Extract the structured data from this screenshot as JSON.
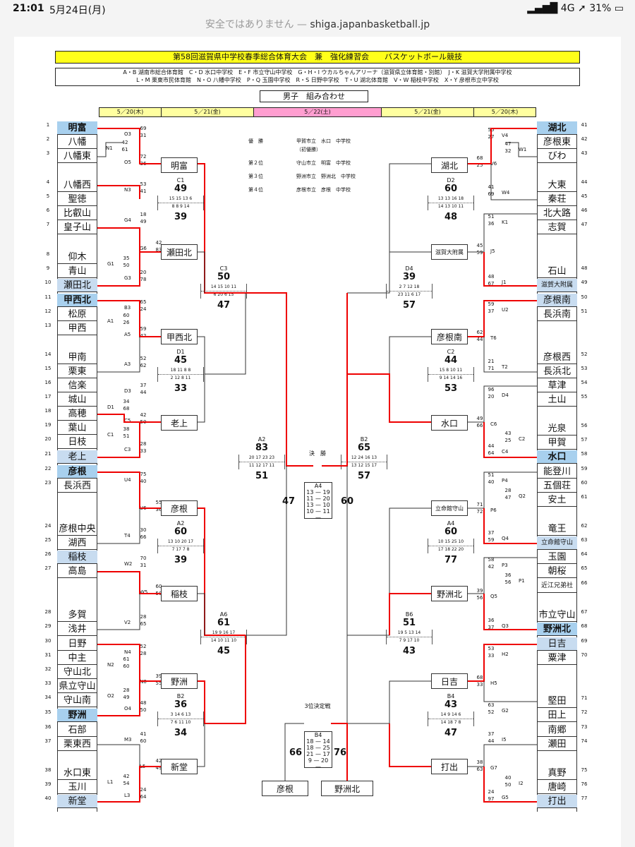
{
  "status": {
    "time": "21:01",
    "date": "5月24日(月)",
    "signal": "4G",
    "battery": "31%"
  },
  "url": {
    "warning": "安全ではありません —",
    "host": "shiga.japanbasketball.jp"
  },
  "doc": {
    "title": "第58回滋賀県中学校春季総合体育大会　兼　強化練習会　　バスケットボール競技",
    "venues1": "A・B 湖南市総合体育館　C・D 水口中学校　E・F 市立守山中学校　G・H・I ウカルちゃんアリーナ（滋賀県立体育館・別館）　J・K 滋賀大学附属中学校",
    "venues2": "L・M 栗東市民体育館　N・O 八幡中学校　P・Q 玉園中学校　R・S 日野中学校　T・U 湖北体育館　V・W 稲枝中学校　X・Y 彦根市立中学校",
    "category": "男子　組み合わせ",
    "dates": [
      "5／20(木)",
      "5／21(金)",
      "5／22(土)",
      "5／21(金)",
      "5／20(木)"
    ]
  },
  "results": [
    {
      "place": "優　勝",
      "team": "甲賀市立　水口　中学校"
    },
    {
      "place": "",
      "team": "（初優勝）"
    },
    {
      "place": "第２位",
      "team": "守山市立　明富　中学校"
    },
    {
      "place": "第３位",
      "team": "野洲市立　野洲北　中学校"
    },
    {
      "place": "第４位",
      "team": "彦根市立　彦根　中学校"
    }
  ],
  "left_teams": [
    {
      "n": "1",
      "name": "明富",
      "style": "seed"
    },
    {
      "n": "2",
      "name": "八幡"
    },
    {
      "n": "3",
      "name": "八幡東"
    },
    {
      "n": "4",
      "name": "八幡西"
    },
    {
      "n": "5",
      "name": "聖徳"
    },
    {
      "n": "6",
      "name": "比叡山"
    },
    {
      "n": "7",
      "name": "皇子山"
    },
    {
      "n": "8",
      "name": "仰木"
    },
    {
      "n": "9",
      "name": "青山"
    },
    {
      "n": "10",
      "name": "瀬田北",
      "style": "seed2"
    },
    {
      "n": "11",
      "name": "甲西北",
      "style": "seed"
    },
    {
      "n": "12",
      "name": "松原"
    },
    {
      "n": "13",
      "name": "甲西"
    },
    {
      "n": "14",
      "name": "甲南"
    },
    {
      "n": "15",
      "name": "栗東"
    },
    {
      "n": "16",
      "name": "信楽"
    },
    {
      "n": "17",
      "name": "城山"
    },
    {
      "n": "18",
      "name": "高穂"
    },
    {
      "n": "19",
      "name": "葉山"
    },
    {
      "n": "20",
      "name": "日枝"
    },
    {
      "n": "21",
      "name": "老上",
      "style": "seed2"
    },
    {
      "n": "22",
      "name": "彦根",
      "style": "seed"
    },
    {
      "n": "23",
      "name": "長浜西"
    },
    {
      "n": "24",
      "name": "彦根中央"
    },
    {
      "n": "25",
      "name": "湖西"
    },
    {
      "n": "26",
      "name": "稲枝",
      "style": "seed2"
    },
    {
      "n": "27",
      "name": "高島"
    },
    {
      "n": "28",
      "name": "多賀"
    },
    {
      "n": "29",
      "name": "浅井"
    },
    {
      "n": "30",
      "name": "日野"
    },
    {
      "n": "31",
      "name": "中主"
    },
    {
      "n": "32",
      "name": "守山北"
    },
    {
      "n": "33",
      "name": "県立守山"
    },
    {
      "n": "34",
      "name": "守山南"
    },
    {
      "n": "35",
      "name": "野洲",
      "style": "seed"
    },
    {
      "n": "36",
      "name": "石部"
    },
    {
      "n": "37",
      "name": "栗東西"
    },
    {
      "n": "38",
      "name": "水口東"
    },
    {
      "n": "39",
      "name": "玉川"
    },
    {
      "n": "40",
      "name": "新堂",
      "style": "seed2"
    }
  ],
  "right_teams": [
    {
      "n": "41",
      "name": "湖北",
      "style": "seed"
    },
    {
      "n": "42",
      "name": "彦根東"
    },
    {
      "n": "43",
      "name": "びわ"
    },
    {
      "n": "44",
      "name": "大東"
    },
    {
      "n": "45",
      "name": "秦荘"
    },
    {
      "n": "46",
      "name": "北大路"
    },
    {
      "n": "47",
      "name": "志賀"
    },
    {
      "n": "48",
      "name": "石山"
    },
    {
      "n": "49",
      "name": "滋賀大附属",
      "style": "seed2 small"
    },
    {
      "n": "50",
      "name": "彦根南",
      "style": "seed2"
    },
    {
      "n": "51",
      "name": "長浜南"
    },
    {
      "n": "52",
      "name": "彦根西"
    },
    {
      "n": "53",
      "name": "長浜北"
    },
    {
      "n": "54",
      "name": "草津"
    },
    {
      "n": "55",
      "name": "土山"
    },
    {
      "n": "56",
      "name": "光泉"
    },
    {
      "n": "57",
      "name": "甲賀"
    },
    {
      "n": "58",
      "name": "水口",
      "style": "seed"
    },
    {
      "n": "59",
      "name": "能登川"
    },
    {
      "n": "60",
      "name": "五個荘"
    },
    {
      "n": "61",
      "name": "安土"
    },
    {
      "n": "62",
      "name": "竜王"
    },
    {
      "n": "63",
      "name": "立命館守山",
      "style": "seed2 small"
    },
    {
      "n": "64",
      "name": "玉園"
    },
    {
      "n": "65",
      "name": "朝桜"
    },
    {
      "n": "66",
      "name": "近江兄弟社",
      "style": "small"
    },
    {
      "n": "67",
      "name": "市立守山"
    },
    {
      "n": "68",
      "name": "野洲北",
      "style": "seed"
    },
    {
      "n": "69",
      "name": "日吉",
      "style": "seed2"
    },
    {
      "n": "70",
      "name": "粟津"
    },
    {
      "n": "71",
      "name": "堅田"
    },
    {
      "n": "72",
      "name": "田上"
    },
    {
      "n": "73",
      "name": "南郷"
    },
    {
      "n": "74",
      "name": "瀬田"
    },
    {
      "n": "75",
      "name": "真野"
    },
    {
      "n": "76",
      "name": "唐崎"
    },
    {
      "n": "77",
      "name": "打出",
      "style": "seed2"
    }
  ],
  "r1_labels": [
    {
      "t": "O3",
      "s1": "69",
      "s2": "31"
    },
    {
      "t": "N1",
      "s1": "42",
      "s2": "61"
    },
    {
      "t": "O5",
      "s1": "72",
      "s2": "36"
    },
    {
      "t": "N3",
      "s1": "53",
      "s2": "41"
    },
    {
      "t": "G4",
      "s1": "18",
      "s2": "49"
    },
    {
      "t": "G6",
      "s1": "42",
      "s2": "83"
    },
    {
      "t": "G1",
      "s1": "35",
      "s2": "50"
    },
    {
      "t": "G3",
      "s1": "20",
      "s2": "78"
    },
    {
      "t": "B3",
      "s1": "65",
      "s2": "24"
    },
    {
      "t": "A1",
      "s1": "60",
      "s2": "26"
    },
    {
      "t": "A5",
      "s1": "59",
      "s2": "42"
    },
    {
      "t": "A3",
      "s1": "52",
      "s2": "62"
    },
    {
      "t": "D3",
      "s1": "37",
      "s2": "44"
    },
    {
      "t": "D1",
      "s1": "34",
      "s2": "68"
    },
    {
      "t": "C5",
      "s1": "42",
      "s2": "50"
    },
    {
      "t": "C1",
      "s1": "38",
      "s2": "51"
    },
    {
      "t": "C3",
      "s1": "28",
      "s2": "33"
    },
    {
      "t": "U4",
      "s1": "75",
      "s2": "40"
    },
    {
      "t": "U6",
      "s1": "55",
      "s2": "36"
    },
    {
      "t": "T4",
      "s1": "30",
      "s2": "66"
    },
    {
      "t": "W2",
      "s1": "70",
      "s2": "31"
    },
    {
      "t": "W5",
      "s1": "60",
      "s2": "50"
    },
    {
      "t": "V2",
      "s1": "28",
      "s2": "65"
    },
    {
      "t": "N4",
      "s1": "52",
      "s2": "28"
    },
    {
      "t": "N2",
      "s1": "61",
      "s2": "60"
    },
    {
      "t": "N6",
      "s1": "39",
      "s2": "55"
    },
    {
      "t": "O2",
      "s1": "28",
      "s2": "49"
    },
    {
      "t": "O4",
      "s1": "48",
      "s2": "50"
    },
    {
      "t": "M3",
      "s1": "41",
      "s2": "60"
    },
    {
      "t": "L5",
      "s1": "42",
      "s2": "49"
    },
    {
      "t": "L1",
      "s1": "42",
      "s2": "54"
    },
    {
      "t": "L3",
      "s1": "24",
      "s2": "64"
    }
  ],
  "r2_right_labels": [
    {
      "t": "V4",
      "s1": "55",
      "s2": "27"
    },
    {
      "t": "W1",
      "s1": "47",
      "s2": "32"
    },
    {
      "t": "V6",
      "s1": "68",
      "s2": "25"
    },
    {
      "t": "W4",
      "s1": "41",
      "s2": "69"
    },
    {
      "t": "K1",
      "s1": "51",
      "s2": "36"
    },
    {
      "t": "J5",
      "s1": "45",
      "s2": "59"
    },
    {
      "t": "J1",
      "s1": "48",
      "s2": "67"
    },
    {
      "t": "U2",
      "s1": "59",
      "s2": "37"
    },
    {
      "t": "T6",
      "s1": "62",
      "s2": "44"
    },
    {
      "t": "T2",
      "s1": "21",
      "s2": "71"
    },
    {
      "t": "D4",
      "s1": "96",
      "s2": "20"
    },
    {
      "t": "C6",
      "s1": "49",
      "s2": "66"
    },
    {
      "t": "C2",
      "s1": "43",
      "s2": "25"
    },
    {
      "t": "C4",
      "s1": "44",
      "s2": "64"
    },
    {
      "t": "P4",
      "s1": "51",
      "s2": "40"
    },
    {
      "t": "Q2",
      "s1": "28",
      "s2": "47"
    },
    {
      "t": "P6",
      "s1": "71",
      "s2": "72"
    },
    {
      "t": "Q4",
      "s1": "37",
      "s2": "59"
    },
    {
      "t": "P3",
      "s1": "58",
      "s2": "42"
    },
    {
      "t": "P1",
      "s1": "36",
      "s2": "56"
    },
    {
      "t": "Q5",
      "s1": "39",
      "s2": "56"
    },
    {
      "t": "Q3",
      "s1": "36",
      "s2": "37"
    },
    {
      "t": "H2",
      "s1": "53",
      "s2": "33"
    },
    {
      "t": "H5",
      "s1": "68",
      "s2": "33"
    },
    {
      "t": "G2",
      "s1": "63",
      "s2": "52"
    },
    {
      "t": "I5",
      "s1": "37",
      "s2": "44"
    },
    {
      "t": "G7",
      "s1": "38",
      "s2": "63"
    },
    {
      "t": "I2",
      "s1": "40",
      "s2": "50"
    },
    {
      "t": "G5",
      "s1": "24",
      "s2": "97"
    }
  ],
  "qf_left": [
    {
      "name": "明富",
      "game": "C1",
      "s1": "49",
      "q1": "15 15 13 6",
      "q2": "8 8 9 14",
      "s2": "39"
    },
    {
      "name": "瀬田北"
    },
    {
      "name": "甲西北",
      "game": "D1",
      "s1": "45",
      "q1": "18 11 8 8",
      "q2": "2 12 8 11",
      "s2": "33"
    },
    {
      "name": "老上"
    },
    {
      "name": "彦根",
      "game": "A2",
      "s1": "60",
      "q1": "13 10 20 17",
      "q2": "7 17 7 8",
      "s2": "39"
    },
    {
      "name": "稲枝"
    },
    {
      "name": "野洲",
      "game": "B2",
      "s1": "36",
      "q1": "3 14 6 13",
      "q2": "7 6 11 10",
      "s2": "34"
    },
    {
      "name": "新堂"
    }
  ],
  "qf_right": [
    {
      "name": "湖北",
      "game": "D2",
      "s1": "60",
      "q1": "13 13 16 18",
      "q2": "14 13 10 11",
      "s2": "48"
    },
    {
      "name": "滋賀大附属"
    },
    {
      "name": "彦根南",
      "game": "C2",
      "s1": "44",
      "q1": "15 8 10 11",
      "q2": "9 14 14 16",
      "s2": "53"
    },
    {
      "name": "水口"
    },
    {
      "name": "立命館守山",
      "game": "A4",
      "s1": "60",
      "q1": "10 15 25 10",
      "q2": "17 18 22 20",
      "s2": "77"
    },
    {
      "name": "野洲北"
    },
    {
      "name": "日吉",
      "game": "B4",
      "s1": "43",
      "q1": "14 9 14 6",
      "q2": "14 18 7 8",
      "s2": "47"
    },
    {
      "name": "打出"
    }
  ],
  "sf": [
    {
      "game": "C3",
      "s1": "50",
      "q1": "14 15 10 11",
      "q2": "6 20 6 15",
      "s2": "47"
    },
    {
      "game": "A6",
      "s1": "61",
      "q1": "19 9 16 17",
      "q2": "14 10 11 10",
      "s2": "45"
    },
    {
      "game": "D4",
      "s1": "39",
      "q1": "2 7 12 18",
      "q2": "23 11 6 17",
      "s2": "57"
    },
    {
      "game": "B6",
      "s1": "51",
      "q1": "19 5 13 14",
      "q2": "7 9 17 10",
      "s2": "43"
    }
  ],
  "semi": [
    {
      "game": "A2",
      "s1": "83",
      "q1": "20 17 23 23",
      "q2": "11 12 17 11",
      "s2": "51"
    },
    {
      "game": "B2",
      "s1": "65",
      "q1": "12 24 16 13",
      "q2": "13 12 15 17",
      "s2": "57"
    }
  ],
  "final": {
    "label": "決　勝",
    "game": "A4",
    "left": "47",
    "right": "60",
    "q": [
      "13 — 19",
      "11 — 20",
      "13 — 10",
      "10 — 11",
      "—"
    ]
  },
  "third": {
    "label": "3位決定戦",
    "game": "B4",
    "left": "66",
    "right": "76",
    "q": [
      "18 — 14",
      "18 — 25",
      "21 — 17",
      "9 — 20",
      "—"
    ],
    "team_left": "彦根",
    "team_right": "野洲北"
  }
}
